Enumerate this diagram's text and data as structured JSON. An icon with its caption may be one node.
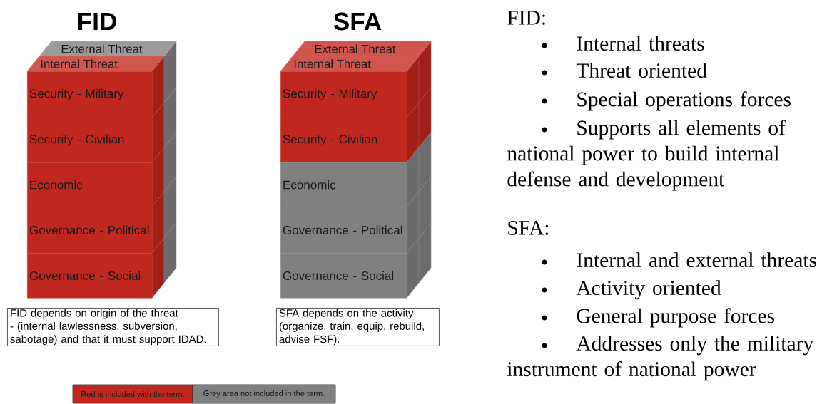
{
  "diagram": {
    "nodes": [
      {
        "text": [
          "External Threat"
        ]
      },
      {
        "text": [
          "Internal Threat"
        ]
      },
      {
        "text": [
          "Security - Military"
        ]
      },
      {
        "text": [
          "Security - Civilian"
        ]
      },
      {
        "text": [
          "Economic"
        ]
      },
      {
        "text": [
          "Governance - Political"
        ]
      },
      {
        "text": [
          "Governance - Social"
        ]
      },
      {
        "text": [
          "External Threat"
        ]
      },
      {
        "text": [
          "Internal Threat"
        ]
      },
      {
        "text": [
          "Security - Military"
        ]
      },
      {
        "text": [
          "Security - Civilian"
        ]
      },
      {
        "text": [
          "Economic"
        ]
      },
      {
        "text": [
          "Governance - Political"
        ]
      },
      {
        "text": [
          "Governance - Social"
        ]
      },
      {
        "text": [
          "FID depends on origin of the threat - (internal lawlessness, subversion, sabotage) and that it must support IDAD."
        ]
      },
      {
        "text": [
          "SFA depends on the activity (organize, train, equip, rebuild, advise FSF)."
        ]
      }
    ],
    "labels": [
      "FID",
      "SFA",
      "FID:",
      "Internal threats",
      "Threat oriented",
      "Special operations forces",
      "Supports all elements of national power to build internal defense and development",
      "SFA:",
      "Internal and external threats",
      "Activity oriented",
      "General purpose forces",
      "Addresses only the military instrument of national power"
    ],
    "legend": [
      {
        "text": "Red is included with the term.",
        "color": "#c0281f"
      },
      {
        "text": "Grey area not included in the term.",
        "color": "#808080"
      }
    ]
  }
}
